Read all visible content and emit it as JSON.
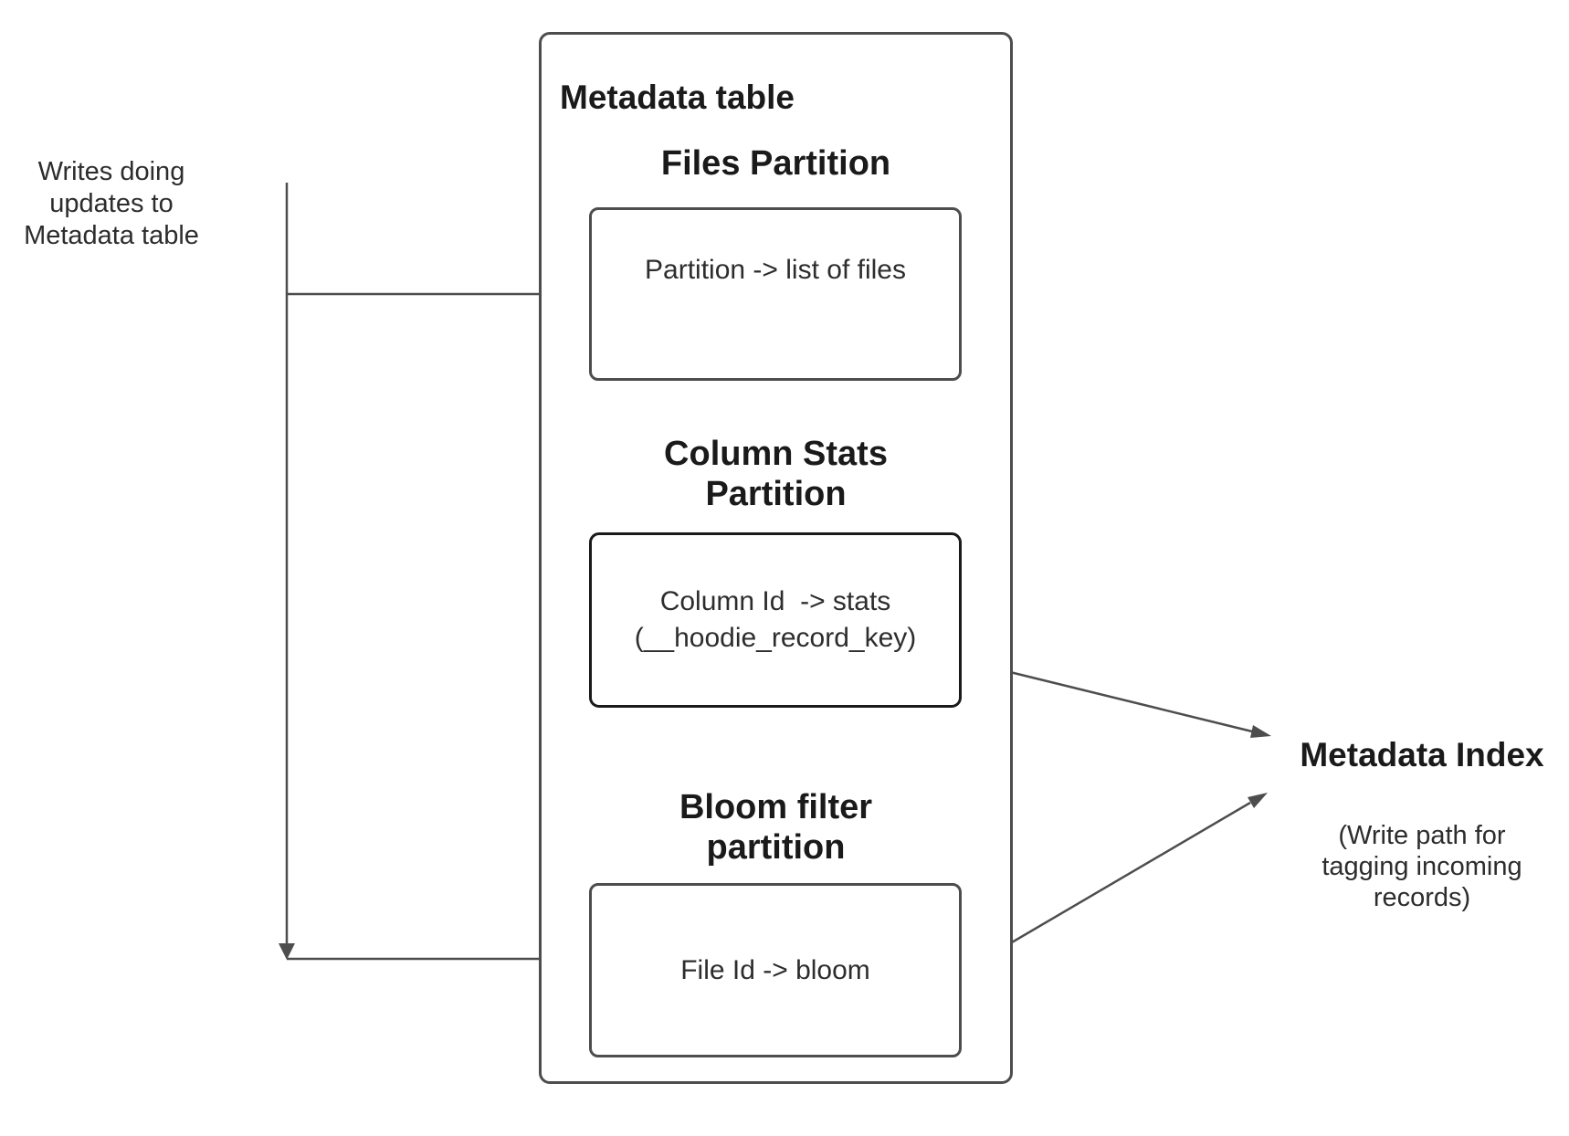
{
  "diagram": {
    "left_note_lines": [
      "Writes doing",
      "updates to",
      "Metadata table"
    ],
    "metadata_table": {
      "title": "Metadata table",
      "files_section": {
        "heading": "Files Partition",
        "box_text": "Partition -> list of files"
      },
      "column_stats_section": {
        "heading_line1": "Column Stats",
        "heading_line2": "Partition",
        "box_line1": "Column Id  -> stats",
        "box_line2": "(__hoodie_record_key)"
      },
      "bloom_filter_section": {
        "heading_line1": "Bloom filter",
        "heading_line2": "partition",
        "box_text": "File Id -> bloom"
      }
    },
    "metadata_index": {
      "title": "Metadata Index",
      "subtitle_line1": "(Write path for",
      "subtitle_line2": "tagging incoming",
      "subtitle_line3": "records)"
    },
    "colors": {
      "connector": "#4d4d4d",
      "box_border": "#4d4d4d",
      "stats_box_border": "#1a1a1a",
      "heading_text": "#1a1a1a",
      "body_text": "#2d2d2d"
    }
  }
}
